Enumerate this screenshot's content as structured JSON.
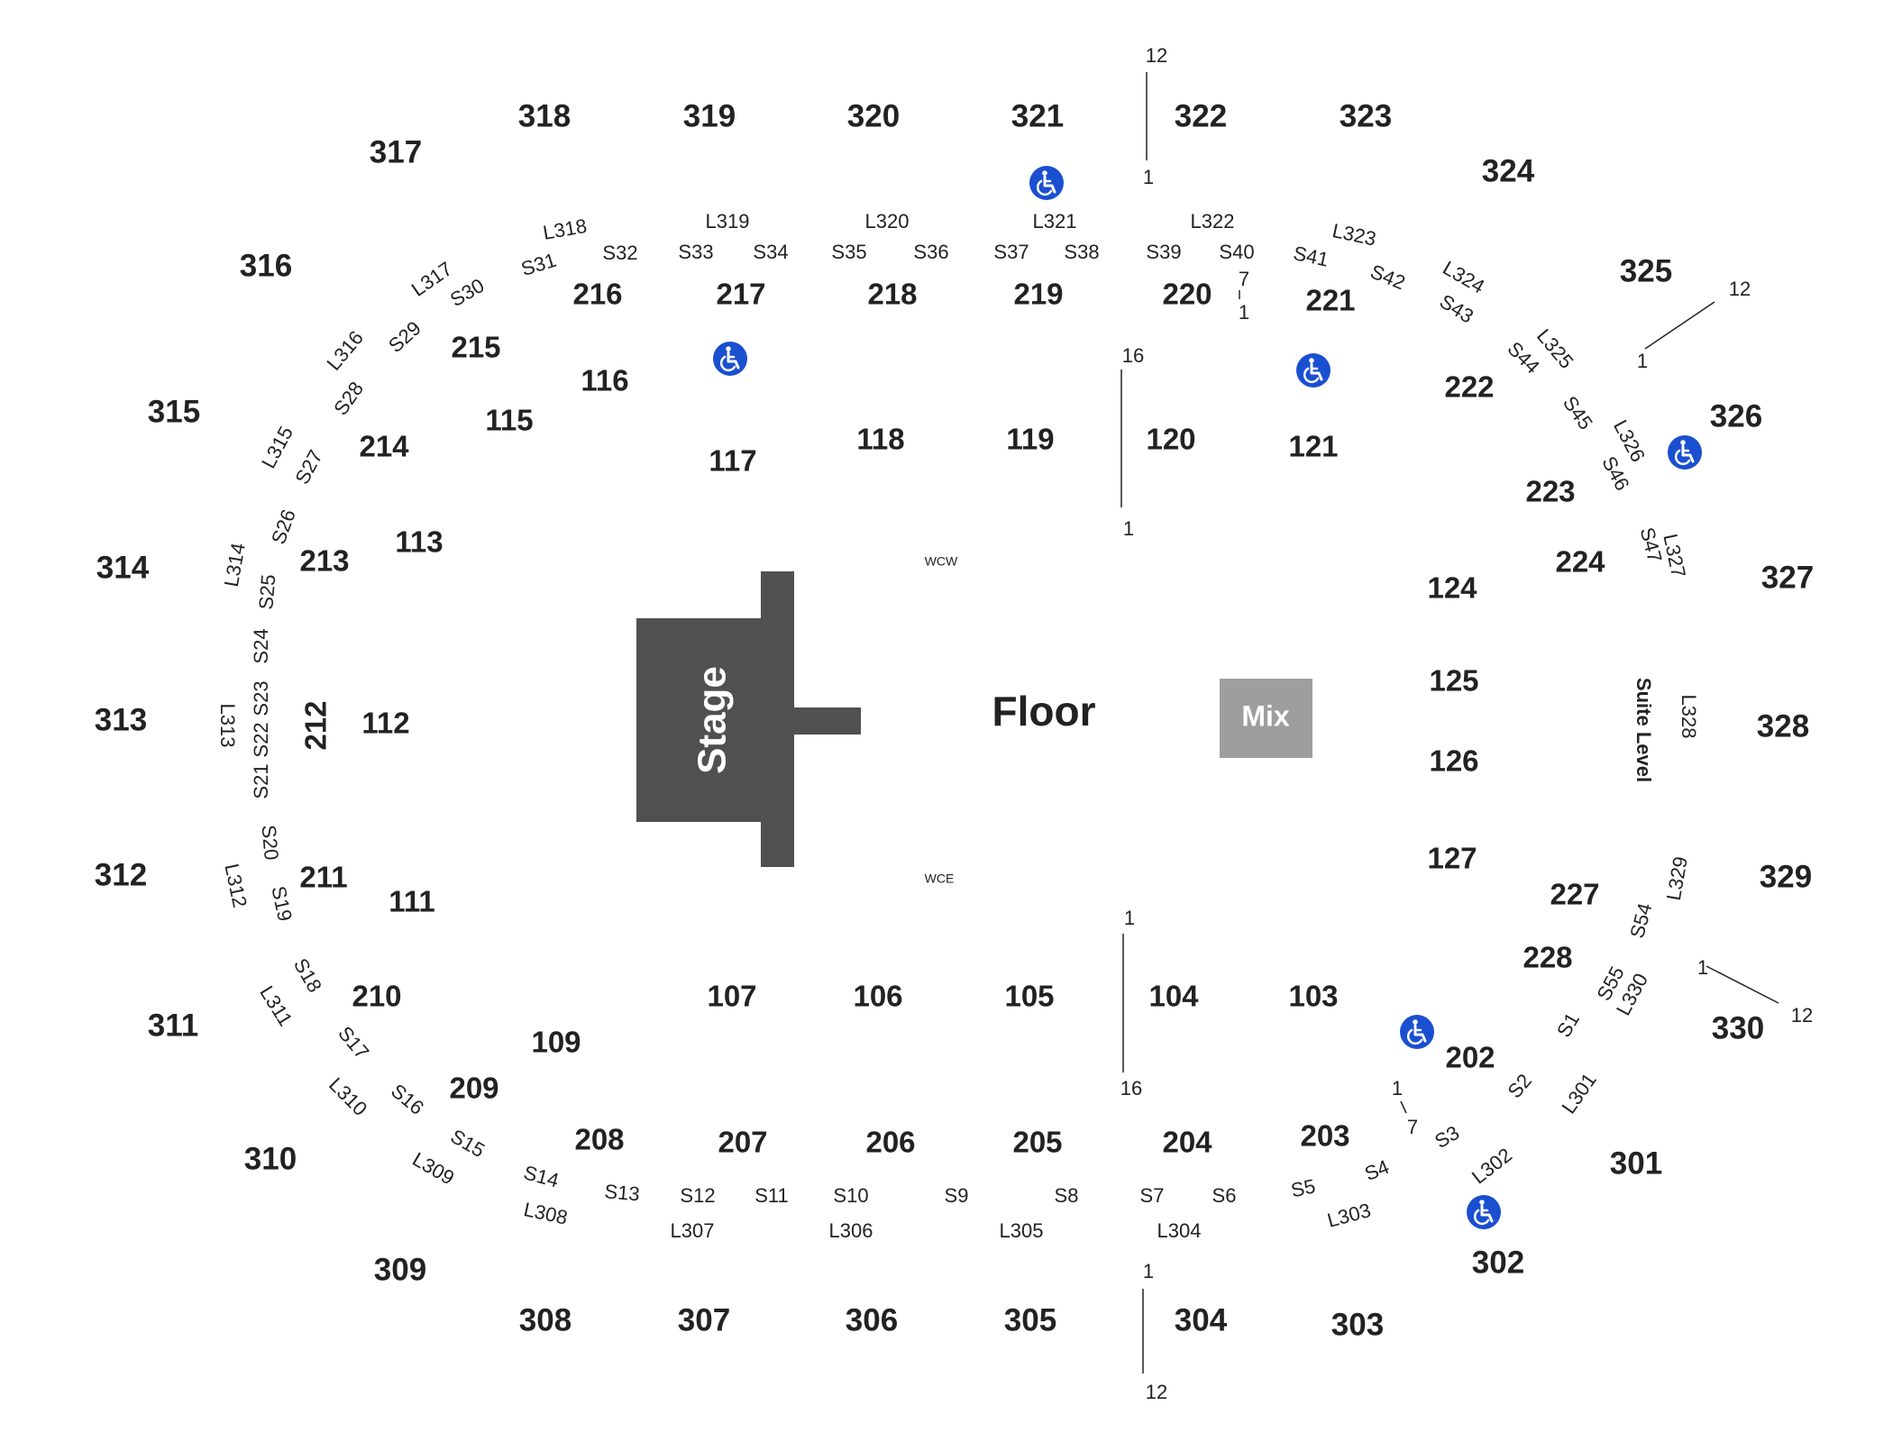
{
  "venue": {
    "floor_label": "Floor",
    "stage_label": "Stage",
    "mix_label": "Mix",
    "suite_label": "Suite Level",
    "wcw_label": "WCW",
    "wce_label": "WCE"
  },
  "sections_300": [
    "301",
    "302",
    "303",
    "304",
    "305",
    "306",
    "307",
    "308",
    "309",
    "310",
    "311",
    "312",
    "313",
    "314",
    "315",
    "316",
    "317",
    "318",
    "319",
    "320",
    "321",
    "322",
    "323",
    "324",
    "325",
    "326",
    "327",
    "328",
    "329",
    "330"
  ],
  "sections_200": [
    "202",
    "203",
    "204",
    "205",
    "206",
    "207",
    "208",
    "209",
    "210",
    "211",
    "212",
    "213",
    "214",
    "215",
    "216",
    "217",
    "218",
    "219",
    "220",
    "221",
    "222",
    "223",
    "224",
    "227",
    "228"
  ],
  "sections_100": [
    "103",
    "104",
    "105",
    "106",
    "107",
    "109",
    "111",
    "112",
    "113",
    "115",
    "116",
    "117",
    "118",
    "119",
    "120",
    "121",
    "124",
    "125",
    "126",
    "127"
  ],
  "suites_s": [
    "S1",
    "S2",
    "S3",
    "S4",
    "S5",
    "S6",
    "S7",
    "S8",
    "S9",
    "S10",
    "S11",
    "S12",
    "S13",
    "S14",
    "S15",
    "S16",
    "S17",
    "S18",
    "S19",
    "S20",
    "S21",
    "S22",
    "S23",
    "S24",
    "S25",
    "S26",
    "S27",
    "S28",
    "S29",
    "S30",
    "S31",
    "S32",
    "S33",
    "S34",
    "S35",
    "S36",
    "S37",
    "S38",
    "S39",
    "S40",
    "S41",
    "S42",
    "S43",
    "S44",
    "S45",
    "S46",
    "S47",
    "S54",
    "S55"
  ],
  "loges_l": [
    "L301",
    "L302",
    "L303",
    "L304",
    "L305",
    "L306",
    "L307",
    "L308",
    "L309",
    "L310",
    "L311",
    "L312",
    "L313",
    "L314",
    "L315",
    "L316",
    "L317",
    "L318",
    "L319",
    "L320",
    "L321",
    "L322",
    "L323",
    "L324",
    "L325",
    "L326",
    "L327",
    "L328",
    "L329",
    "L330"
  ],
  "row_markers": {
    "top_300_start": "1",
    "top_300_end": "12",
    "bottom_300_start": "1",
    "bottom_300_end": "12",
    "ne_300_start": "1",
    "ne_300_end": "12",
    "se_300_start": "1",
    "se_300_end": "12",
    "top_100_start": "16",
    "top_100_end": "1",
    "bottom_100_start": "1",
    "bottom_100_end": "16",
    "ne_200_start": "7",
    "ne_200_end": "1",
    "se_200_start": "1",
    "se_200_end": "7"
  },
  "icons": [
    "wheelchair-icon"
  ],
  "colors": {
    "stage": "#505050",
    "mix": "#9e9e9e",
    "wheelchair": "#1a4fd0",
    "text": "#222222"
  }
}
